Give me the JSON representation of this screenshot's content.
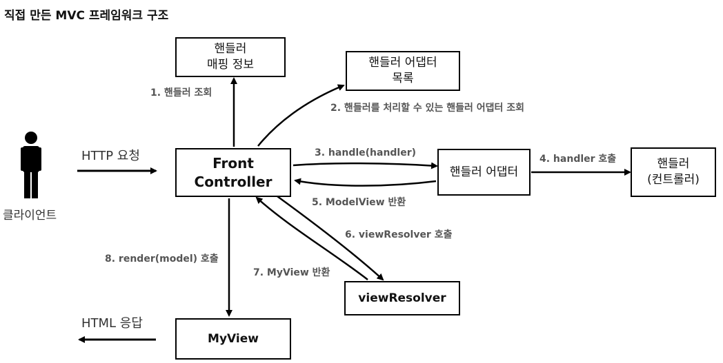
{
  "title": "직접 만든 MVC 프레임워크 구조",
  "boxes": {
    "handler_mapping": [
      "핸들러",
      "매핑 정보"
    ],
    "adapter_list": [
      "핸들러 어댑터",
      "목록"
    ],
    "front_controller": [
      "Front",
      "Controller"
    ],
    "handler_adapter": "핸들러 어댑터",
    "controller": [
      "핸들러",
      "(컨트롤러)"
    ],
    "view_resolver": "viewResolver",
    "my_view": "MyView"
  },
  "client_label": "클라이언트",
  "http_request": "HTTP 요청",
  "html_response": "HTML 응답",
  "steps": {
    "s1": "1. 핸들러 조회",
    "s2": "2. 핸들러를 처리할 수 있는 핸들러 어댑터 조회",
    "s3": "3. handle(handler)",
    "s4": "4. handler 호출",
    "s5": "5. ModelView 반환",
    "s6": "6. viewResolver 호출",
    "s7": "7. MyView 반환",
    "s8": "8. render(model) 호출"
  }
}
